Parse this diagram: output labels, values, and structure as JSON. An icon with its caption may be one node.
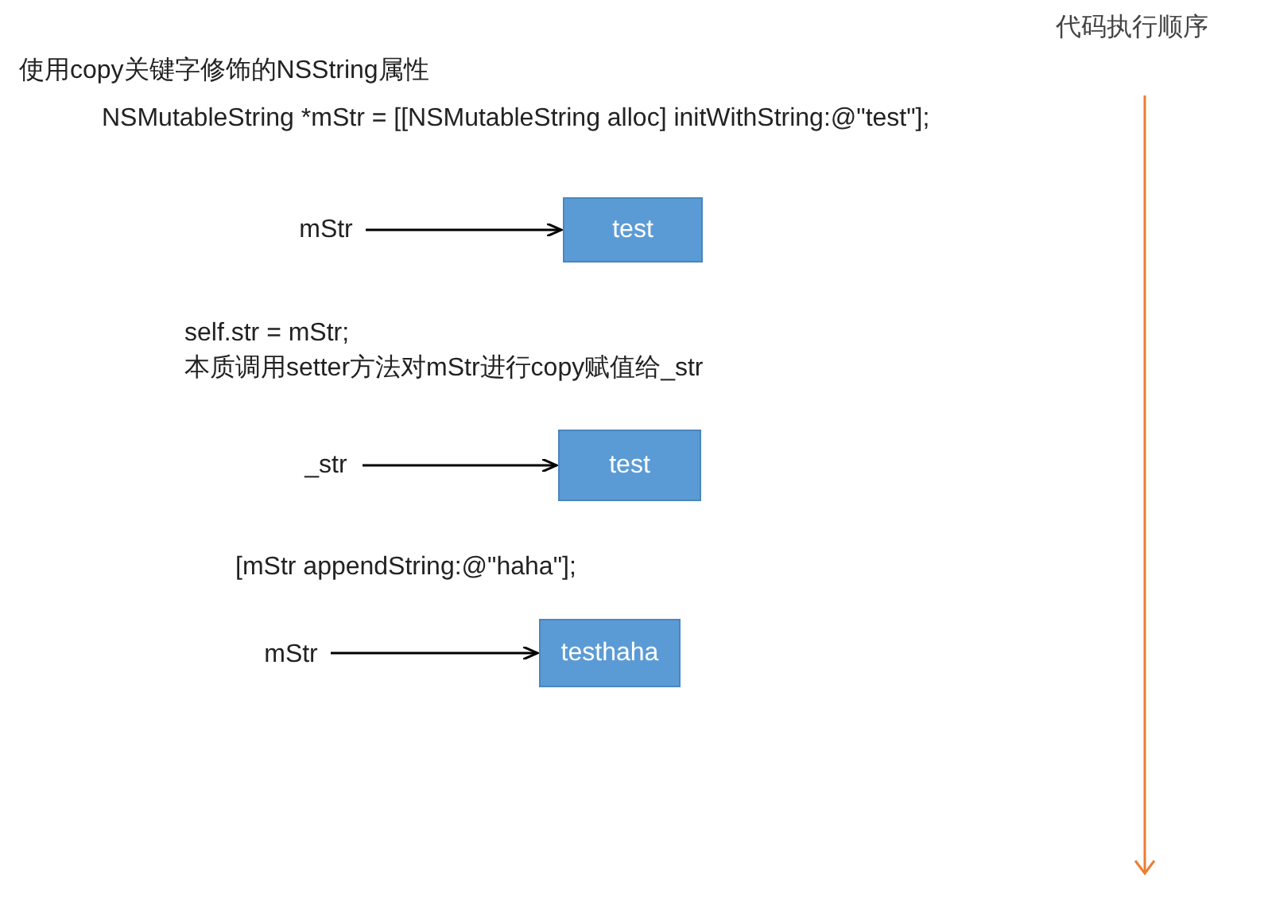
{
  "diagram": {
    "title": "使用copy关键字修饰的NSString属性",
    "nodes": [
      {
        "text": [
          "mStr"
        ]
      },
      {
        "text": [
          "test"
        ]
      },
      {
        "text": [
          "_str"
        ]
      },
      {
        "text": [
          "test"
        ]
      },
      {
        "text": [
          "mStr"
        ]
      },
      {
        "text": [
          "testhaha"
        ]
      }
    ],
    "edges": [
      {
        "from": 0,
        "to": 1,
        "arrow": "to"
      },
      {
        "from": 2,
        "to": 3,
        "arrow": "to"
      },
      {
        "from": 4,
        "to": 5,
        "arrow": "to"
      }
    ],
    "labels": [
      "代码执行顺序",
      "NSMutableString *mStr = [[NSMutableString alloc] initWithString:@\"test\"];",
      "self.str = mStr;",
      "本质调用setter方法对mStr进行copy赋值给_str",
      "[mStr appendString:@\"haha\"];"
    ]
  }
}
